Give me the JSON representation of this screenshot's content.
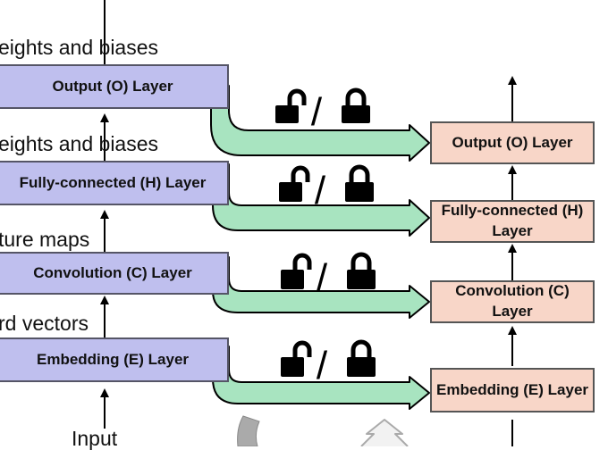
{
  "left_column": {
    "layers": [
      {
        "label": "Output (O) Layer"
      },
      {
        "label": "Fully-connected (H) Layer"
      },
      {
        "label": "Convolution (C) Layer"
      },
      {
        "label": "Embedding (E) Layer"
      }
    ],
    "side_labels": [
      "eights and biases",
      "eights and biases",
      "ture maps",
      "rd vectors"
    ],
    "input_label": "Input"
  },
  "right_column": {
    "layers": [
      {
        "label": "Output (O) Layer"
      },
      {
        "label": "Fully-connected (H) Layer"
      },
      {
        "label": "Convolution (C) Layer"
      },
      {
        "label": "Embedding (E) Layer"
      }
    ]
  },
  "lock_separator": "/",
  "colors": {
    "left_layer_fill": "#bfbfee",
    "right_layer_fill": "#f8d6c8",
    "transfer_arrow_fill": "#a8e4c0",
    "lock_icon": "#000000"
  }
}
